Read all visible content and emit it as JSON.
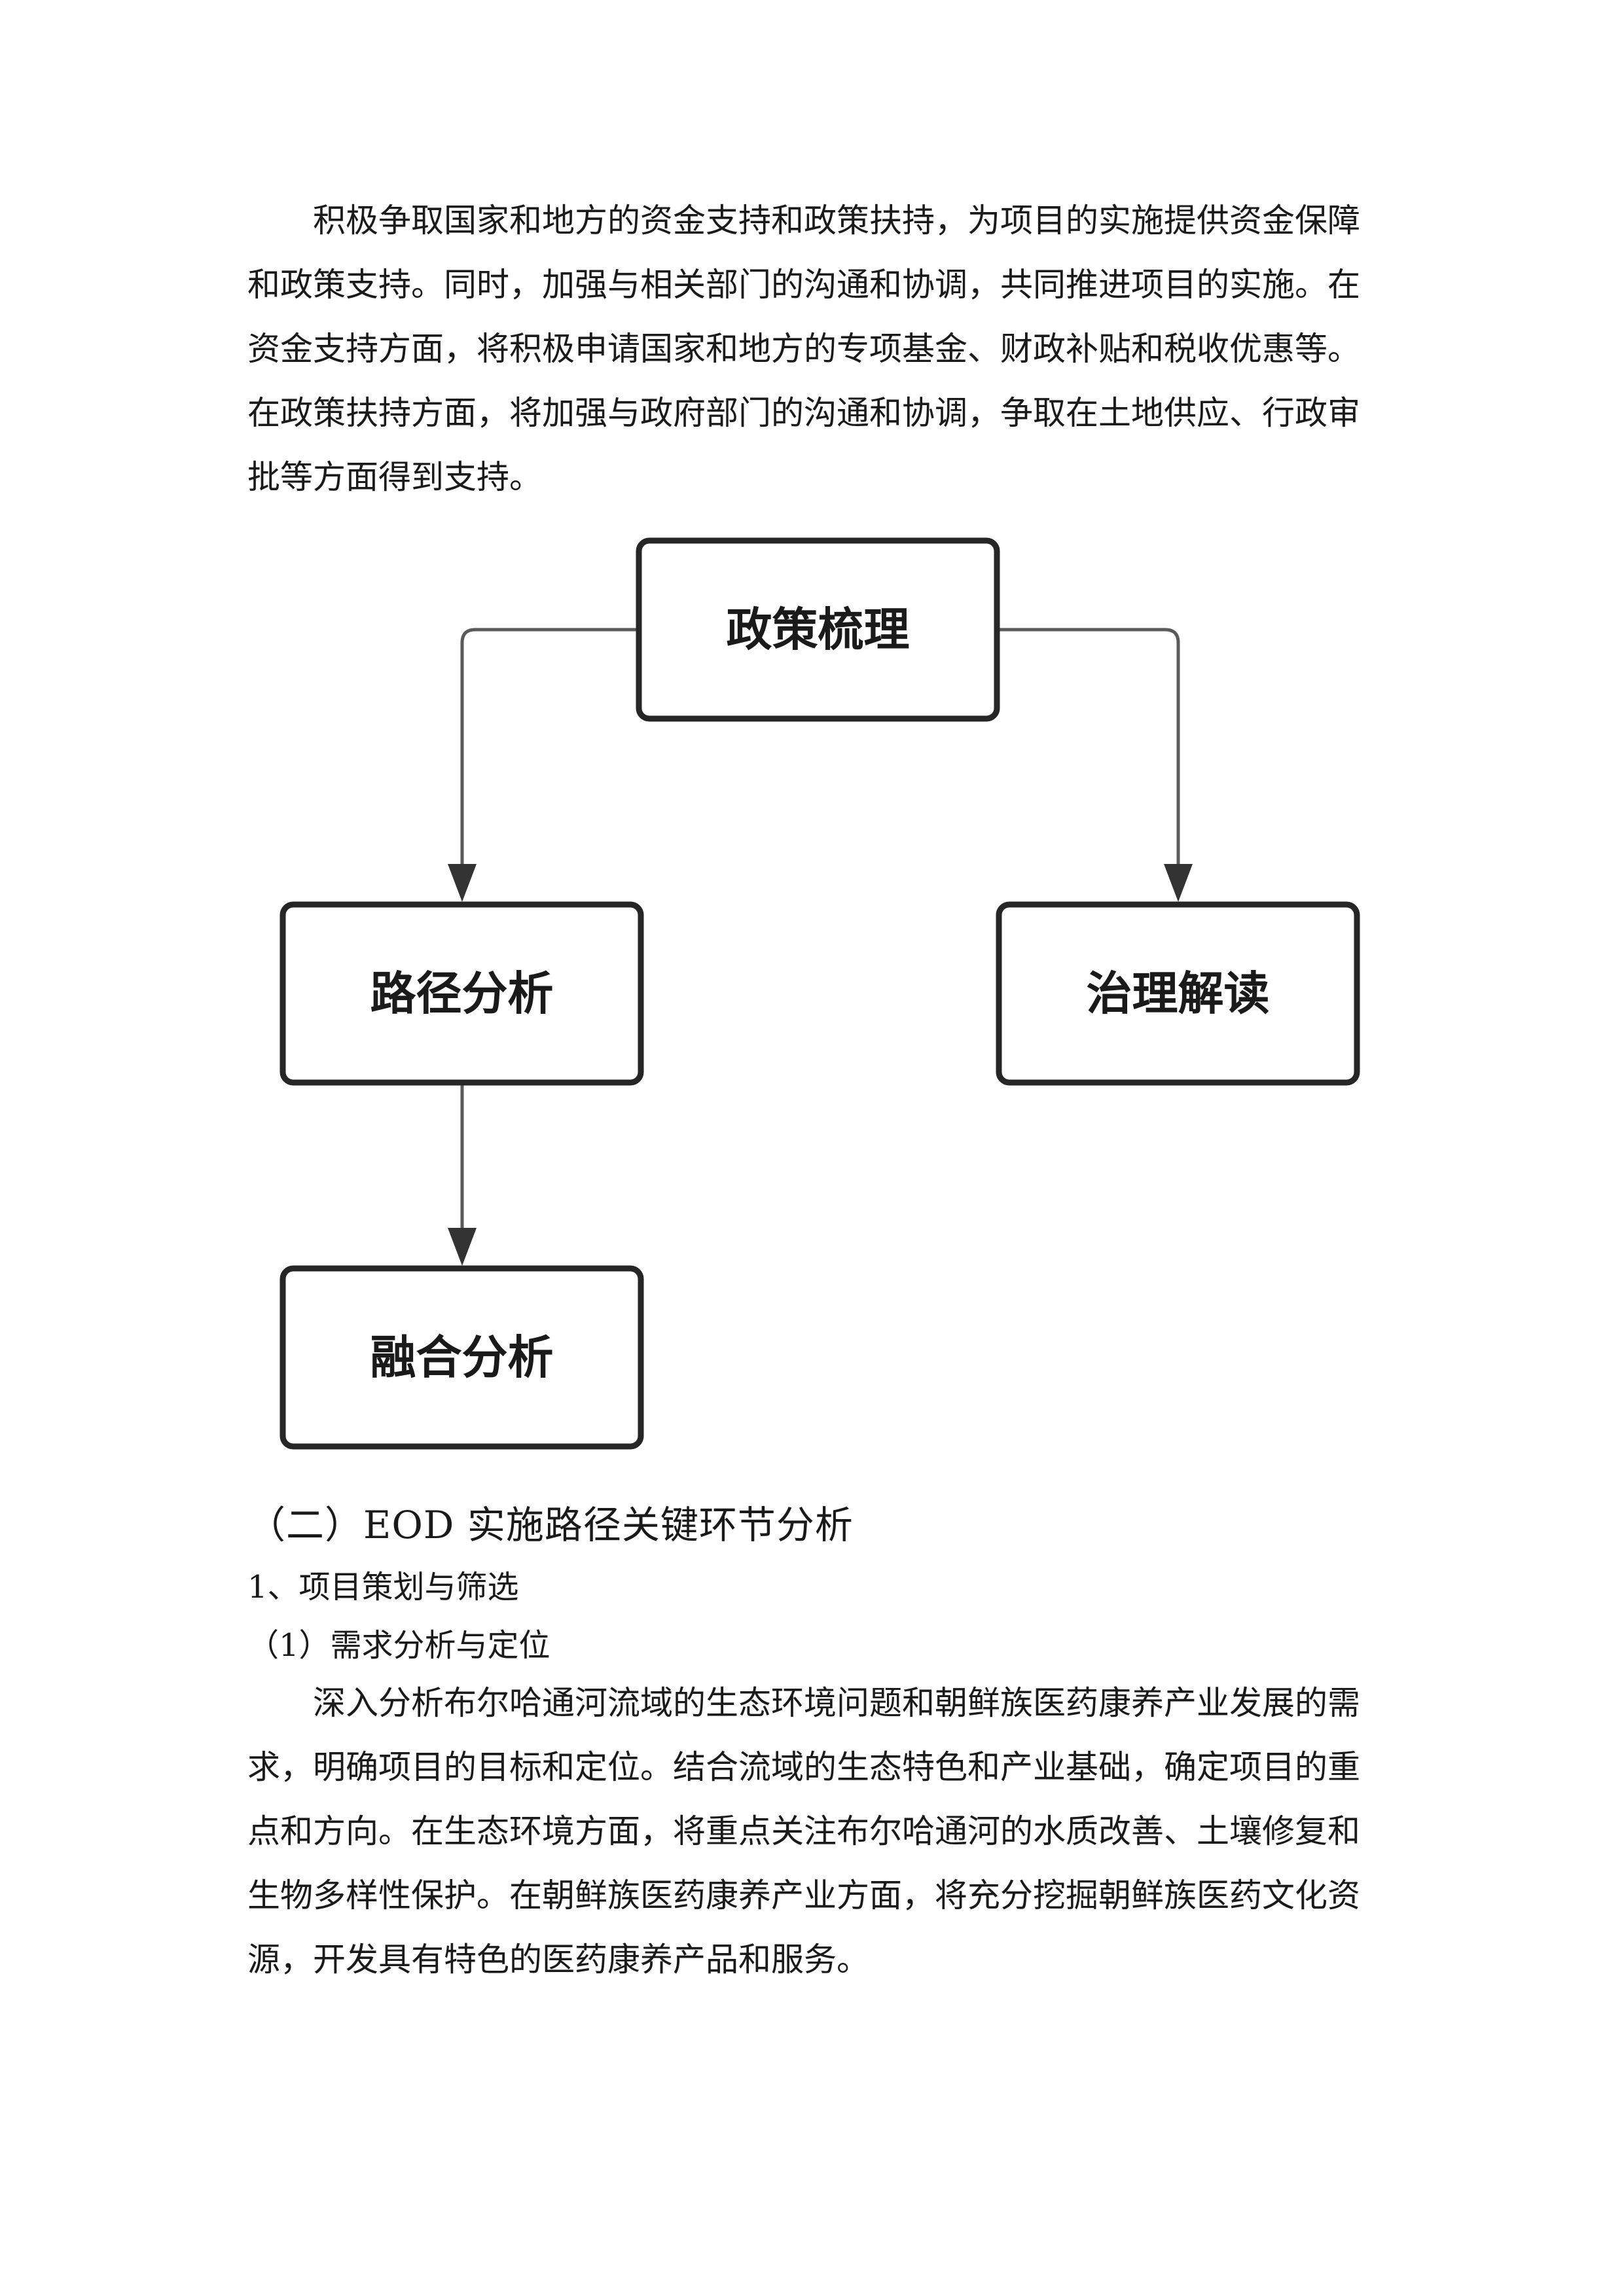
{
  "paragraph_1": {
    "lines": [
      "积极争取国家和地方的资金支持和政策扶持，为项目的实施提供资金保障",
      "和政策支持。同时，加强与相关部门的沟通和协调，共同推进项目的实施。在",
      "资金支持方面，将积极申请国家和地方的专项基金、财政补贴和税收优惠等。",
      "在政策扶持方面，将加强与政府部门的沟通和协调，争取在土地供应、行政审",
      "批等方面得到支持。"
    ]
  },
  "flowchart": {
    "nodes": {
      "policy_review": "政策梳理",
      "path_analysis": "路径分析",
      "governance_interpretation": "治理解读",
      "integration_analysis": "融合分析"
    },
    "edges": [
      {
        "from": "政策梳理",
        "to": "路径分析"
      },
      {
        "from": "政策梳理",
        "to": "治理解读"
      },
      {
        "from": "路径分析",
        "to": "融合分析"
      }
    ]
  },
  "section_heading": "（二）EOD 实施路径关键环节分析",
  "subheading_1": "1、项目策划与筛选",
  "subheading_2": "（1）需求分析与定位",
  "paragraph_2": {
    "lines": [
      "深入分析布尔哈通河流域的生态环境问题和朝鲜族医药康养产业发展的需",
      "求，明确项目的目标和定位。结合流域的生态特色和产业基础，确定项目的重",
      "点和方向。在生态环境方面，将重点关注布尔哈通河的水质改善、土壤修复和",
      "生物多样性保护。在朝鲜族医药康养产业方面，将充分挖掘朝鲜族医药文化资",
      "源，开发具有特色的医药康养产品和服务。"
    ]
  }
}
